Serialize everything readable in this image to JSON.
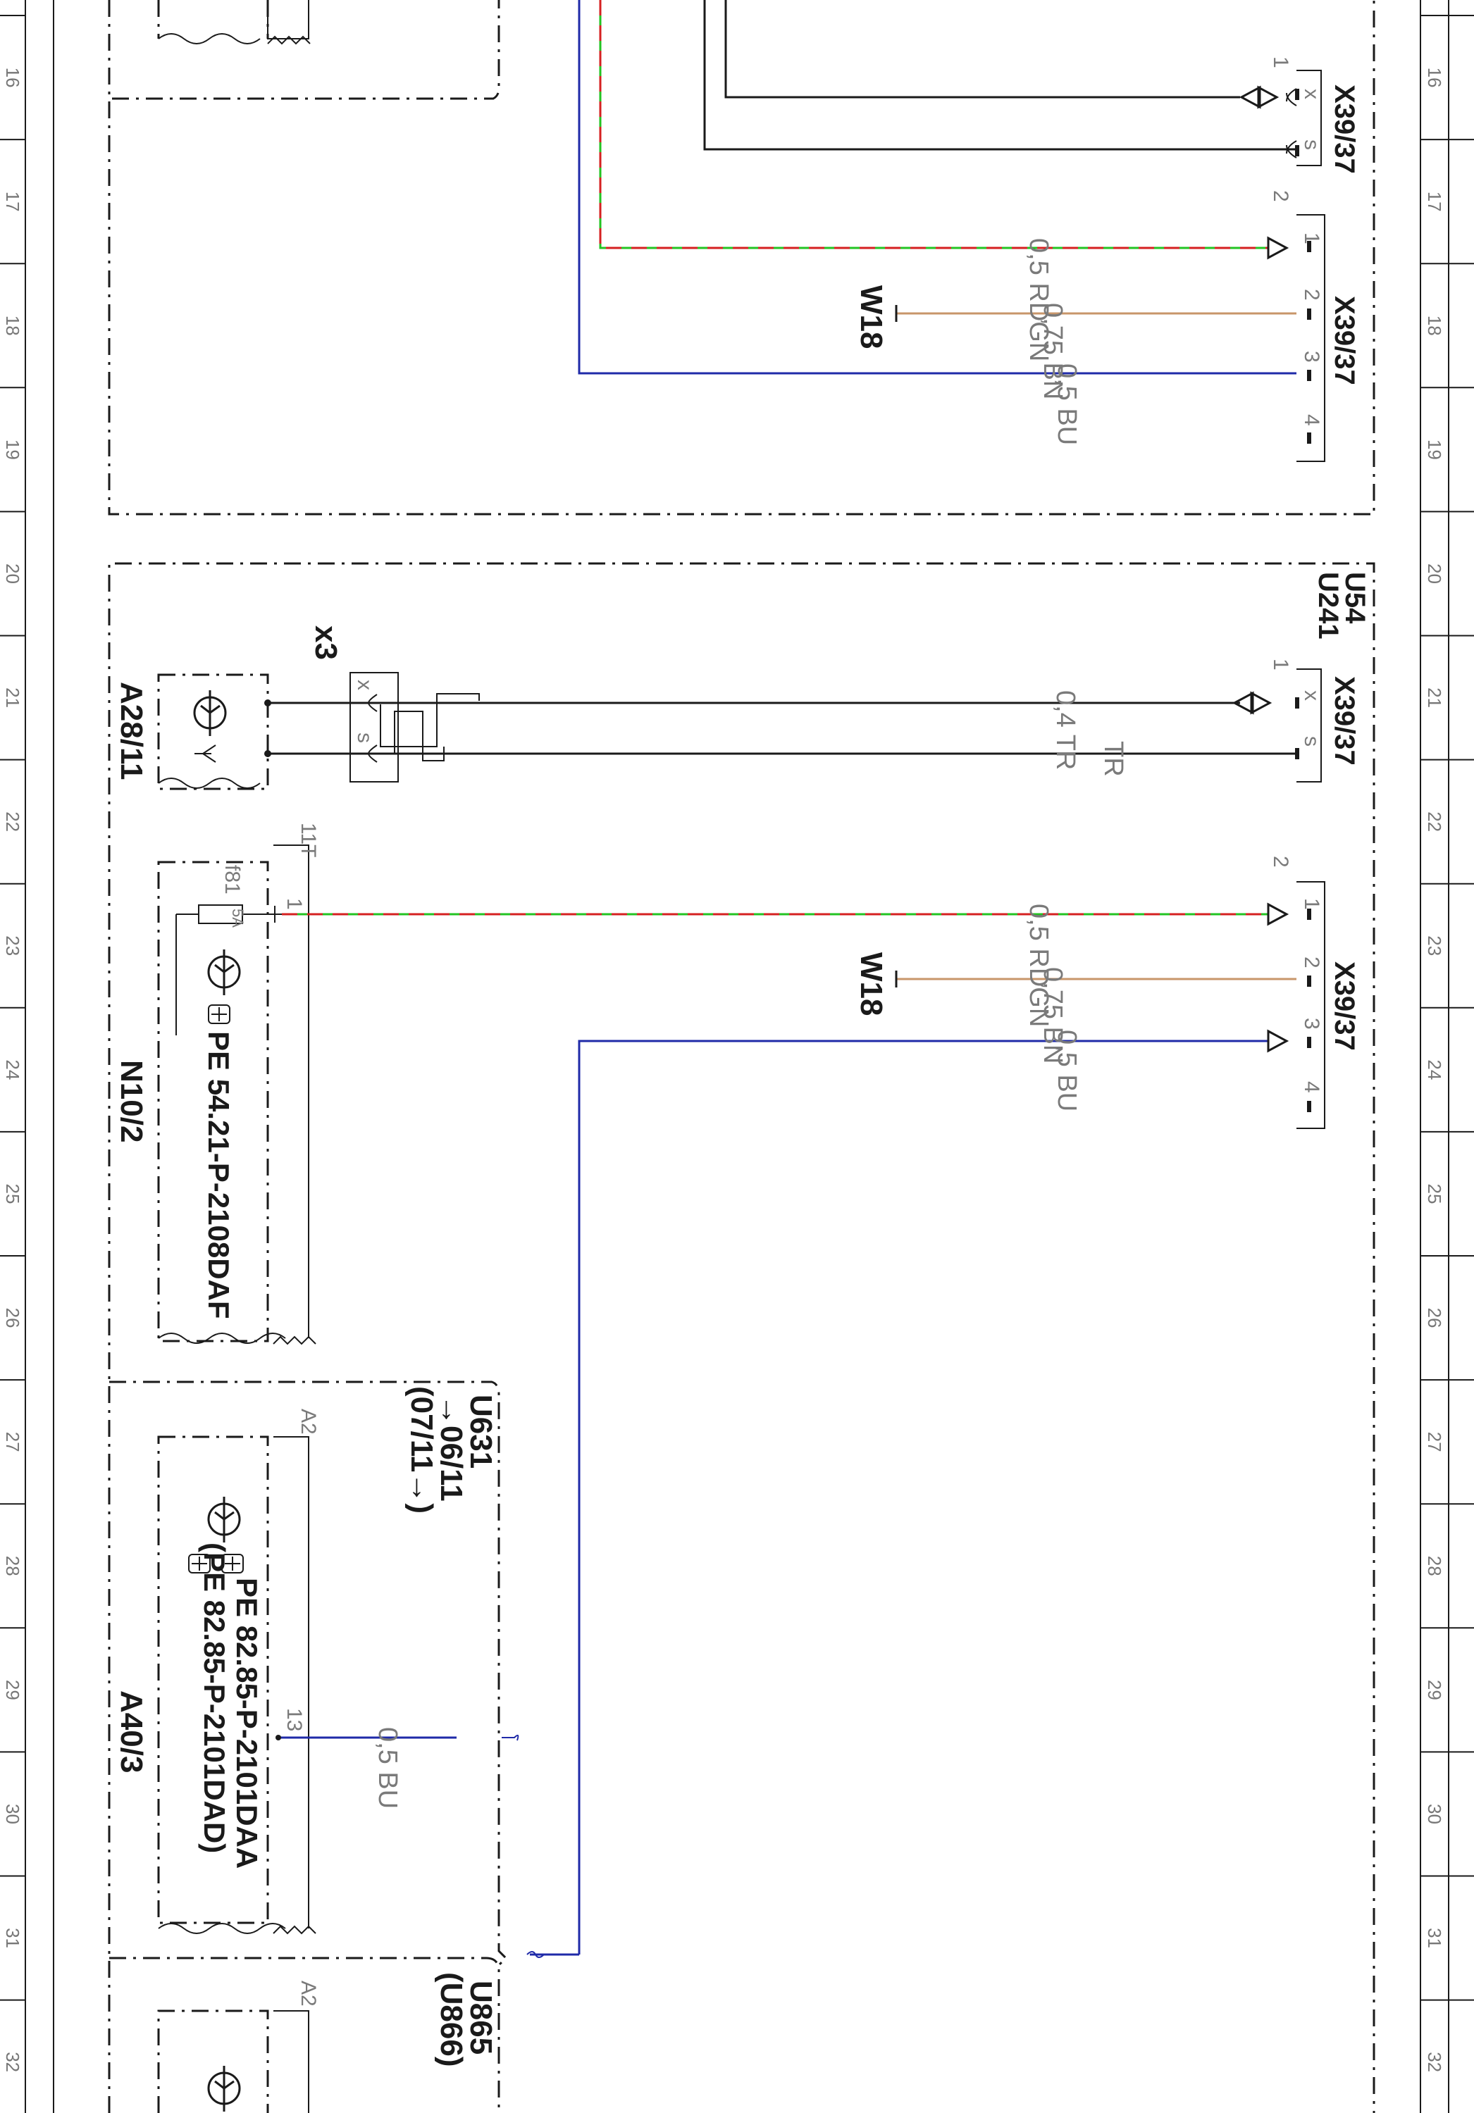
{
  "zones": [
    "16",
    "17",
    "18",
    "19",
    "20",
    "21",
    "22",
    "23",
    "24",
    "25",
    "26",
    "27",
    "28",
    "29",
    "30",
    "31",
    "32"
  ],
  "colors": {
    "black": "#1a1a1a",
    "blue": "#1f2aa8",
    "brown": "#c8966a",
    "green": "#22c322",
    "red": "#d42020",
    "gray": "#777777"
  },
  "connectors": {
    "x39_37_top_a": "X39/37",
    "x39_37_top_b": "X39/37",
    "x39_37_mid": "X39/37",
    "x39_37_bottom": "X39/37",
    "x3": "x3"
  },
  "components": {
    "a28_11": "A28/11",
    "n10_2": "N10/2",
    "a40_3": "A40/3",
    "fuse_f81": "f81",
    "fuse_rating": "5A",
    "pin_11t": "11T",
    "pin_a2_top": "A2",
    "pin_a2_bottom": "A2",
    "pin_13": "13",
    "pin_1": "1"
  },
  "ground_refs": {
    "w18_upper": "W18",
    "w18_lower": "W18"
  },
  "variant_codes": {
    "u54": "U54",
    "u241": "U241",
    "u631": "U631",
    "u631_line1": "→06/11",
    "u631_line2": "(07/11→)",
    "u865": "U865",
    "u866": "(U866)"
  },
  "pe_refs": {
    "n10_2": "PE 54.21-P-2108DAF",
    "a40_3_a": "PE 82.85-P-2101DAA",
    "a40_3_b": "(PE 82.85-P-2101DAD)"
  },
  "wire_labels": {
    "upper_rdgn": "0,5 RDGN",
    "upper_bn": "0,75 BN",
    "upper_bu": "0,5 BU",
    "tr_main": "0,4 TR",
    "tr_second": "TR",
    "lower_rdgn": "0,5 RDGN",
    "lower_bn": "0,75 BN",
    "lower_bu": "0,5 BU",
    "a40_bu": "0,5 BU"
  },
  "pin_labels": {
    "x": "x",
    "s": "s",
    "p1": "1",
    "p2": "2",
    "p3": "3",
    "p4": "4",
    "n1": "1",
    "n2": "2"
  }
}
